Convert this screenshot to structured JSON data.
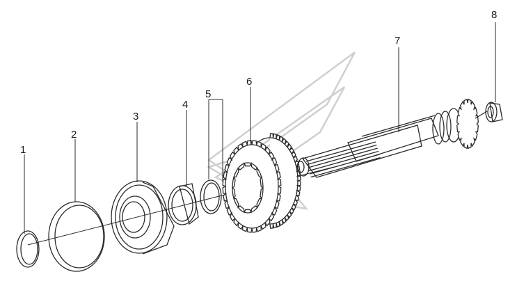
{
  "parts": [
    {
      "id": "1",
      "label": "1"
    },
    {
      "id": "2",
      "label": "2"
    },
    {
      "id": "3",
      "label": "3"
    },
    {
      "id": "4",
      "label": "4"
    },
    {
      "id": "5",
      "label": "5"
    },
    {
      "id": "6",
      "label": "6"
    },
    {
      "id": "7",
      "label": "7"
    },
    {
      "id": "8",
      "label": "8"
    }
  ],
  "colors": {
    "line": "#2a2a2a",
    "watermark": "#c9c9c9",
    "shade": "#bdbdbd",
    "background": "#ffffff"
  }
}
